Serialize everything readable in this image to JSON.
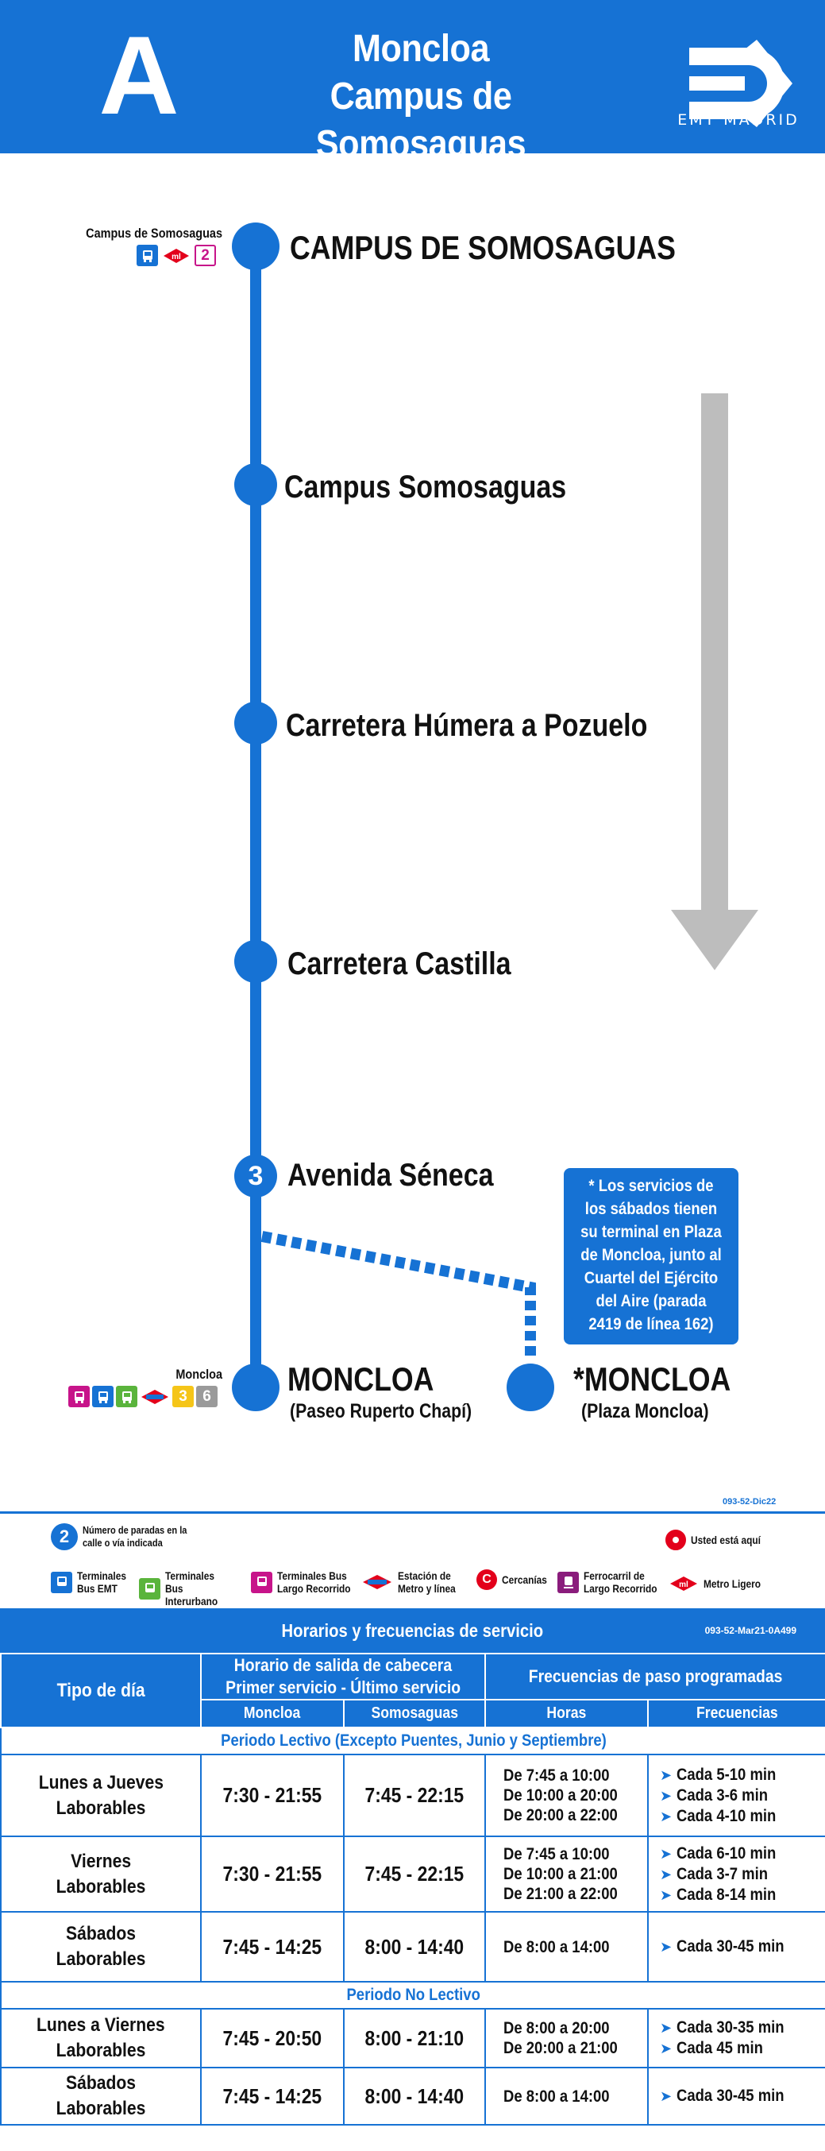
{
  "header": {
    "line": "A",
    "title_line1": "Moncloa",
    "title_line2": "Campus de Somosaguas",
    "operator": "EMT MADRID"
  },
  "stops": [
    {
      "name": "CAMPUS DE SOMOSAGUAS"
    },
    {
      "name": "Campus Somosaguas"
    },
    {
      "name": "Carretera Húmera a Pozuelo"
    },
    {
      "name": "Carretera Castilla"
    },
    {
      "name": "Avenida Séneca",
      "stop_count": "3"
    },
    {
      "name": "MONCLOA",
      "sub": "(Paseo Ruperto Chapí)"
    },
    {
      "name": "*MONCLOA",
      "sub": "(Plaza Moncloa)"
    }
  ],
  "transfers": {
    "top_label": "Campus de Somosaguas",
    "top_ml_line": "2",
    "bottom_label": "Moncloa",
    "bottom_metro_lines": [
      "3",
      "6"
    ],
    "icons": [
      "bus-emt-icon",
      "bus-interurban-icon",
      "bus-long-distance-icon",
      "metro-icon",
      "metro-ligero-icon"
    ]
  },
  "note": "* Los servicios de los sábados tienen su terminal en Plaza de Moncloa, junto al Cuartel del Ejército del Aire (parada 2419 de línea 162)",
  "map_code": "093-52-Dic22",
  "legend": {
    "stops_count": "2",
    "stops_count_text": "Número de paradas en la calle o vía indicada",
    "you_are_here": "Usted está aquí",
    "items": [
      "Terminales Bus EMT",
      "Terminales Bus Interurbano",
      "Terminales Bus Largo Recorrido",
      "Estación de Metro y línea",
      "Cercanías",
      "Ferrocarril de Largo Recorrido",
      "Metro Ligero"
    ]
  },
  "schedule": {
    "title": "Horarios y frecuencias de servicio",
    "code": "093-52-Mar21-0A499",
    "headers": {
      "day_type": "Tipo de día",
      "departure_line1": "Horario de salida de cabecera",
      "departure_line2": "Primer servicio - Último servicio",
      "freq_group": "Frecuencias de paso programadas",
      "col_moncloa": "Moncloa",
      "col_somosaguas": "Somosaguas",
      "col_hours": "Horas",
      "col_freq": "Frecuencias"
    },
    "period_lectivo": "Periodo Lectivo (Excepto Puentes, Junio y Septiembre)",
    "period_no_lectivo": "Periodo No Lectivo",
    "rows": [
      {
        "day1": "Lunes a Jueves",
        "day2": "Laborables",
        "moncloa": "7:30 - 21:55",
        "somosaguas": "7:45 - 22:15",
        "hours": [
          "De 7:45 a 10:00",
          "De 10:00 a 20:00",
          "De 20:00 a 22:00"
        ],
        "freqs": [
          "Cada 5-10 min",
          "Cada 3-6 min",
          "Cada 4-10 min"
        ]
      },
      {
        "day1": "Viernes",
        "day2": "Laborables",
        "moncloa": "7:30 - 21:55",
        "somosaguas": "7:45 - 22:15",
        "hours": [
          "De 7:45 a 10:00",
          "De 10:00 a 21:00",
          "De 21:00 a 22:00"
        ],
        "freqs": [
          "Cada 6-10 min",
          "Cada 3-7 min",
          "Cada 8-14 min"
        ]
      },
      {
        "day1": "Sábados",
        "day2": "Laborables",
        "moncloa": "7:45 - 14:25",
        "somosaguas": "8:00 - 14:40",
        "hours": [
          "De 8:00 a 14:00"
        ],
        "freqs": [
          "Cada 30-45 min"
        ]
      },
      {
        "day1": "Lunes a Viernes",
        "day2": "Laborables",
        "moncloa": "7:45 - 20:50",
        "somosaguas": "8:00 - 21:10",
        "hours": [
          "De 8:00 a 20:00",
          "De 20:00 a 21:00"
        ],
        "freqs": [
          "Cada 30-35 min",
          "Cada 45 min"
        ]
      },
      {
        "day1": "Sábados",
        "day2": "Laborables",
        "moncloa": "7:45 - 14:25",
        "somosaguas": "8:00 - 14:40",
        "hours": [
          "De 8:00 a 14:00"
        ],
        "freqs": [
          "Cada 30-45 min"
        ]
      }
    ]
  },
  "colors": {
    "brand": "#1672d4",
    "arrow": "#bdbdbd"
  }
}
